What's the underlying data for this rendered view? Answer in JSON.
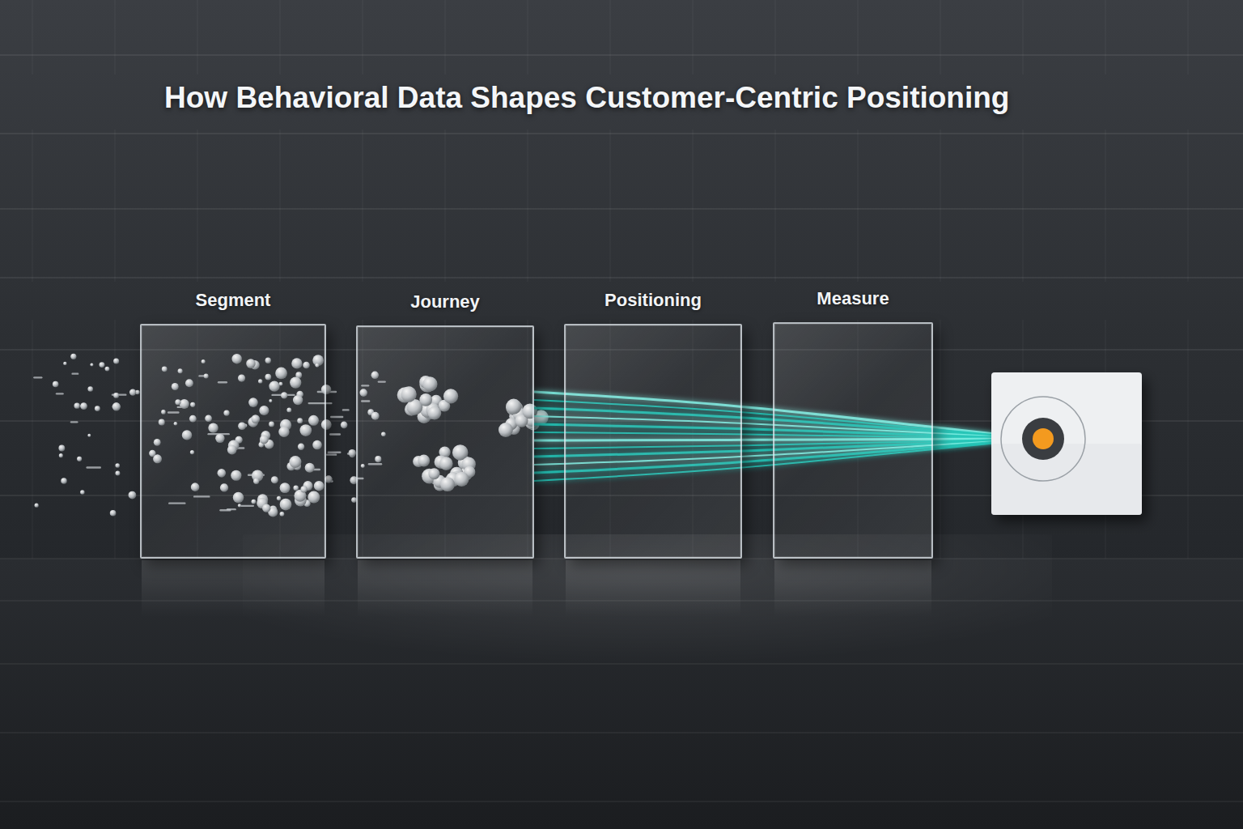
{
  "diagram": {
    "title": "How Behavioral Data Shapes Customer-Centric Positioning",
    "nodes": [
      {
        "text": [
          "Segment"
        ]
      },
      {
        "text": [
          "Journey"
        ]
      },
      {
        "text": [
          "Positioning"
        ]
      },
      {
        "text": [
          "Measure"
        ]
      }
    ]
  }
}
